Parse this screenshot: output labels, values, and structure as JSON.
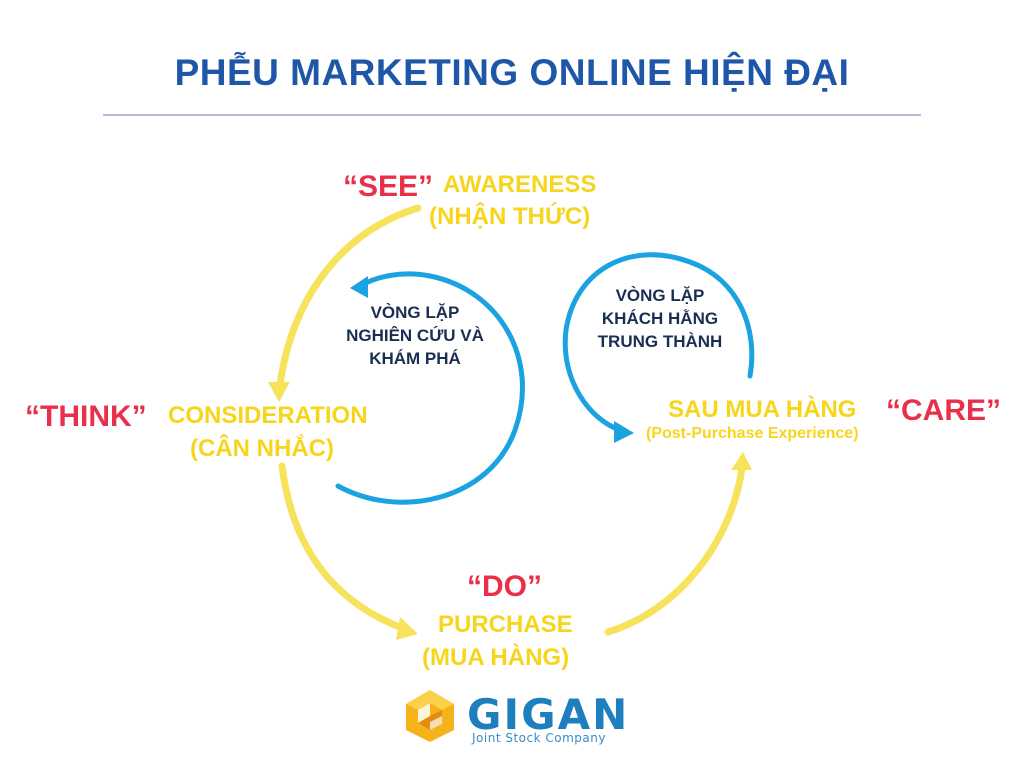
{
  "title": "PHỄU MARKETING ONLINE HIỆN ĐẠI",
  "stages": {
    "see": {
      "quote": "“SEE”",
      "name": "AWARENESS",
      "sub": "(NHẬN THỨC)"
    },
    "think": {
      "quote": "“THINK”",
      "name": "CONSIDERATION",
      "sub": "(CÂN NHẮC)"
    },
    "do": {
      "quote": "“DO”",
      "name": "PURCHASE",
      "sub": "(MUA HÀNG)"
    },
    "care": {
      "quote": "“CARE”",
      "name": "SAU MUA HÀNG",
      "sub": "(Post-Purchase Experience)"
    }
  },
  "loops": {
    "research": [
      "VÒNG LẶP",
      "NGHIÊN CỨU VÀ",
      "KHÁM PHÁ"
    ],
    "loyalty": [
      "VÒNG LẶP",
      "KHÁCH HẰNG",
      "TRUNG THÀNH"
    ]
  },
  "logo": {
    "name": "GIGAN",
    "tagline": "Joint Stock Company"
  },
  "colors": {
    "title": "#1f57a8",
    "yellow_arrow": "#f7e25b",
    "blue_arrow": "#1aa3e0",
    "red": "#e8304b",
    "navy": "#1b2e52",
    "logo": "#1e7fbf"
  }
}
